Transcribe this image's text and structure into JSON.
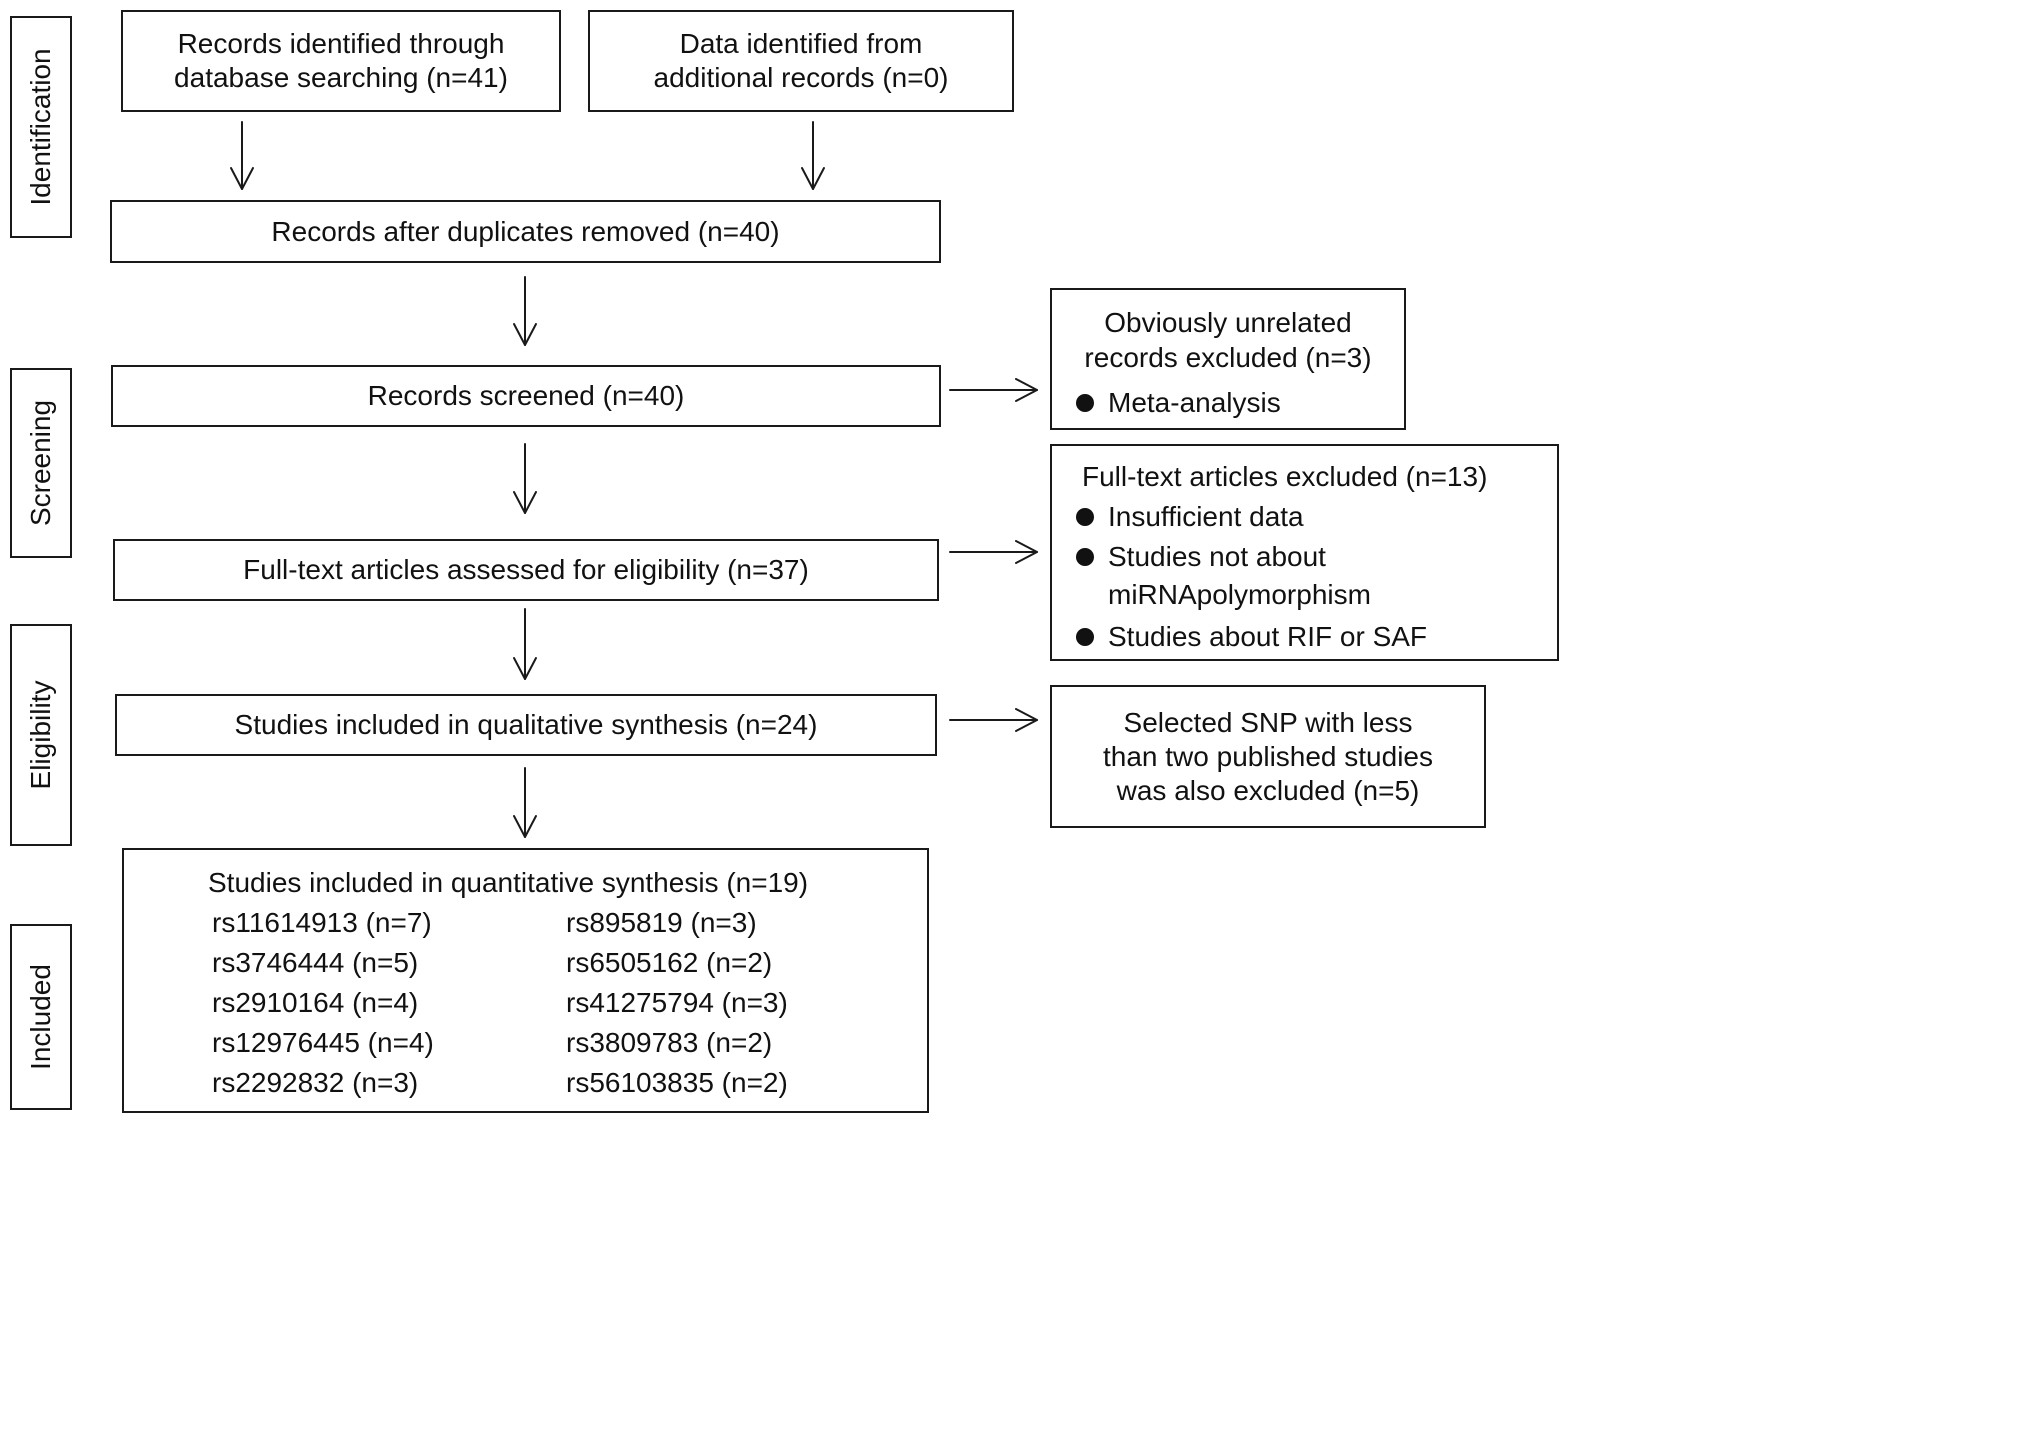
{
  "phases": {
    "identification": "Identification",
    "screening": "Screening",
    "eligibility": "Eligibility",
    "included": "Included"
  },
  "identification": {
    "database": {
      "line1": "Records identified through",
      "line2": "database searching (n=41)"
    },
    "additional": {
      "line1": "Data identified from",
      "line2": "additional records (n=0)"
    }
  },
  "after_duplicates": "Records after duplicates removed (n=40)",
  "screened": "Records screened (n=40)",
  "full_text_assessed": "Full-text articles assessed for eligibility (n=37)",
  "qualitative": "Studies included in qualitative synthesis (n=24)",
  "excluded_unrelated": {
    "line1": "Obviously unrelated",
    "line2": "records excluded (n=3)",
    "bullets": [
      "Meta-analysis"
    ]
  },
  "excluded_fulltext": {
    "title": "Full-text articles excluded (n=13)",
    "bullets": [
      {
        "line1": "Insufficient data"
      },
      {
        "line1": "Studies not about",
        "line2": "miRNApolymorphism"
      },
      {
        "line1": "Studies about RIF or SAF"
      }
    ]
  },
  "excluded_snp": {
    "line1": "Selected SNP with less",
    "line2": "than two published studies",
    "line3": "was also excluded (n=5)"
  },
  "quantitative": {
    "title": "Studies included in quantitative synthesis (n=19)",
    "left": [
      "rs11614913 (n=7)",
      "rs3746444 (n=5)",
      "rs2910164 (n=4)",
      "rs12976445 (n=4)",
      "rs2292832 (n=3)"
    ],
    "right": [
      "rs895819 (n=3)",
      "rs6505162 (n=2)",
      "rs41275794 (n=3)",
      "rs3809783 (n=2)",
      "rs56103835 (n=2)"
    ]
  }
}
